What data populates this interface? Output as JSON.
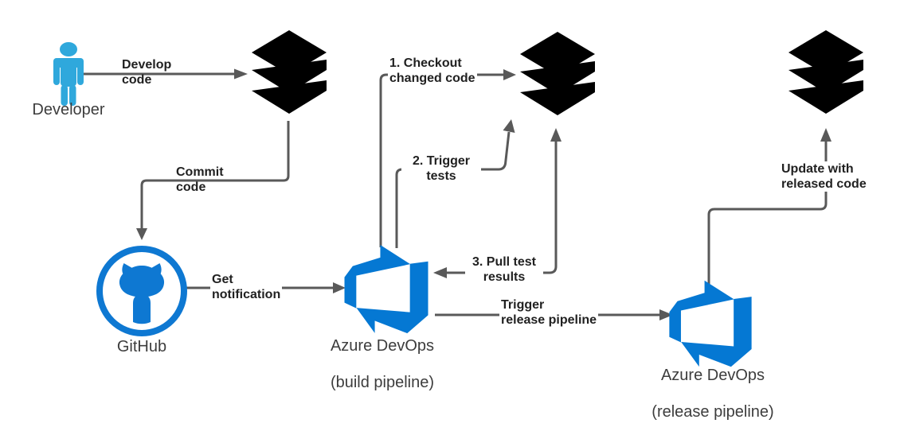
{
  "diagram": {
    "type": "cicd-flow-diagram",
    "background": "#ffffff",
    "nodes": {
      "developer": {
        "label": "Developer",
        "icon": "person-icon"
      },
      "databricks_dev": {
        "icon": "databricks-icon"
      },
      "github": {
        "label": "GitHub",
        "icon": "github-icon"
      },
      "azure_devops_build": {
        "label": "Azure DevOps",
        "sublabel": "(build pipeline)",
        "icon": "azure-devops-icon"
      },
      "databricks_test": {
        "icon": "databricks-icon"
      },
      "azure_devops_release": {
        "label": "Azure DevOps",
        "sublabel": "(release pipeline)",
        "icon": "azure-devops-icon"
      },
      "databricks_prod": {
        "icon": "databricks-icon"
      }
    },
    "edges": {
      "develop_code": {
        "label": "Develop\ncode",
        "from": "developer",
        "to": "databricks_dev"
      },
      "commit_code": {
        "label": "Commit\ncode",
        "from": "databricks_dev",
        "to": "github"
      },
      "get_notification": {
        "label": "Get\nnotification",
        "from": "github",
        "to": "azure_devops_build"
      },
      "checkout_changed_code": {
        "label": "1. Checkout\nchanged code",
        "from": "azure_devops_build",
        "to": "databricks_test"
      },
      "trigger_tests": {
        "label": "2. Trigger\ntests",
        "from": "azure_devops_build",
        "to": "databricks_test"
      },
      "pull_test_results": {
        "label": "3. Pull test\nresults",
        "from": "databricks_test",
        "to": "azure_devops_build",
        "bidirectional": true
      },
      "trigger_release_pipeline": {
        "label": "Trigger\nrelease pipeline",
        "from": "azure_devops_build",
        "to": "azure_devops_release"
      },
      "update_with_released_code": {
        "label": "Update with\nreleased code",
        "from": "azure_devops_release",
        "to": "databricks_prod"
      }
    },
    "colors": {
      "databricks_red": "#e4392d",
      "azure_devops_blue": "#0578d3",
      "github_blue": "#0e78d2",
      "person_blue": "#2fa8dc",
      "line_gray": "#595959",
      "edge_label_text": "#212121",
      "node_label_text": "#3d3d3d"
    }
  }
}
